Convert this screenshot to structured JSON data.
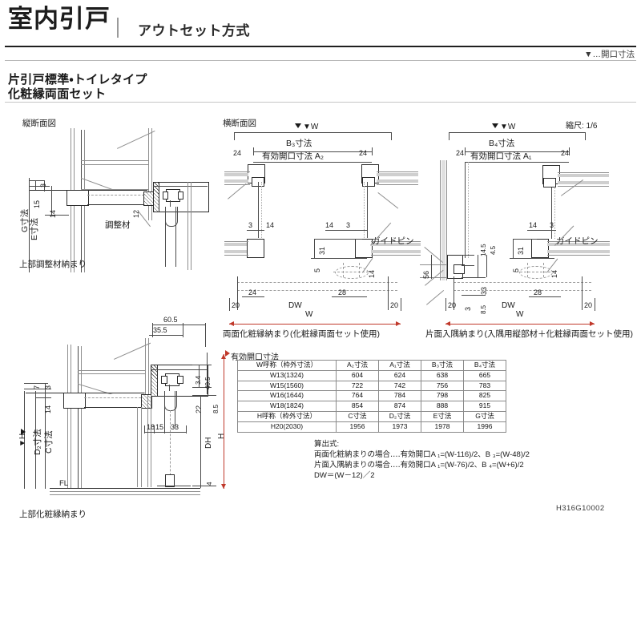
{
  "header": {
    "title": "室内引戸",
    "separator": "|",
    "subtitle": "アウトセット方式",
    "opening_note": "▼…開口寸法",
    "type_line1": "片引戸標準・トイレタイプ",
    "type_line2": "化粧縁両面セット",
    "scale_label": "縮尺: 1/6"
  },
  "sections": {
    "vertical_section_title": "縦断面図",
    "horizontal_section_title": "横断面図",
    "caption_top_left": "上部調整材納まり",
    "caption_bottom_left": "上部化粧縁納まり",
    "caption_middle": "両面化粧縁納まり(化粧縁両面セット使用)",
    "caption_right": "片面入隅納まり(入隅用縦部材＋化粧縁両面セット使用)"
  },
  "top_left_diagram": {
    "dim_G": "G寸法",
    "dim_E": "E寸法",
    "n3": "3",
    "n15": "15",
    "n14": "14",
    "n12": "12",
    "part_label": "調整材"
  },
  "middle_diagram": {
    "w_marker": "▼W",
    "dim_B3": "B₃寸法",
    "effective_opening": "有効開口寸法 A₂",
    "n24_left": "24",
    "n24_right": "24",
    "n3_left": "3",
    "n14_left": "14",
    "n14_right": "14",
    "n3_right": "3",
    "n31": "31",
    "n5": "5",
    "n14_pin": "14",
    "guide_pin": "ガイドピン",
    "n24_bottom": "24",
    "n28_bottom": "28",
    "n20_left": "20",
    "n20_right": "20",
    "dw": "DW",
    "w": "W"
  },
  "right_diagram": {
    "w_marker": "▼W",
    "dim_B4": "B₄寸法",
    "effective_opening": "有効開口寸法 A₁",
    "n24_left": "24",
    "n24_right": "24",
    "n14": "14",
    "n3": "3",
    "n145": "14.5",
    "n45": "4.5",
    "n33": "33",
    "n3_bottom": "3",
    "n85": "8.5",
    "n56": "56",
    "n31": "31",
    "n5": "5",
    "n14_pin": "14",
    "guide_pin": "ガイドピン",
    "n28_bottom": "28",
    "n20_left": "20",
    "n20_right": "20",
    "dw": "DW",
    "w": "W"
  },
  "bottom_left_diagram": {
    "n605": "60.5",
    "n355": "35.5",
    "n7": "7",
    "n3": "3",
    "n14": "14",
    "n34": "3.4",
    "n405": "40.5",
    "n22": "22",
    "n85": "8.5",
    "n18": "18",
    "n15": "15",
    "n33": "33",
    "n4": "4",
    "h_marker": "▼H",
    "dim_D2": "D₂寸法",
    "dim_C": "C寸法",
    "dim_DH": "DH",
    "dim_H": "H",
    "fl": "FL"
  },
  "table_w": {
    "title": "有効開口寸法",
    "headers": [
      "W呼称（枠外寸法）",
      "A₂寸法",
      "A₁寸法",
      "B₃寸法",
      "B₄寸法"
    ],
    "rows": [
      [
        "W13(1324)",
        "604",
        "624",
        "638",
        "665"
      ],
      [
        "W15(1560)",
        "722",
        "742",
        "756",
        "783"
      ],
      [
        "W16(1644)",
        "764",
        "784",
        "798",
        "825"
      ],
      [
        "W18(1824)",
        "854",
        "874",
        "888",
        "915"
      ]
    ]
  },
  "table_h": {
    "headers": [
      "H呼称（枠外寸法）",
      "C寸法",
      "D₂寸法",
      "E寸法",
      "G寸法"
    ],
    "rows": [
      [
        "H20(2030)",
        "1956",
        "1973",
        "1978",
        "1996"
      ]
    ]
  },
  "formula": {
    "title": "算出式:",
    "line1": "両面化粧納まりの場合‥‥有効開口A ₁=(W-116)/2、B ₃=(W-48)/2",
    "line2": "片面入隅納まりの場合‥‥有効開口A ₁=(W-76)/2、B ₄=(W+6)/2",
    "line3": "DW＝(W－12)／2"
  },
  "doc_id": "H316G10002"
}
